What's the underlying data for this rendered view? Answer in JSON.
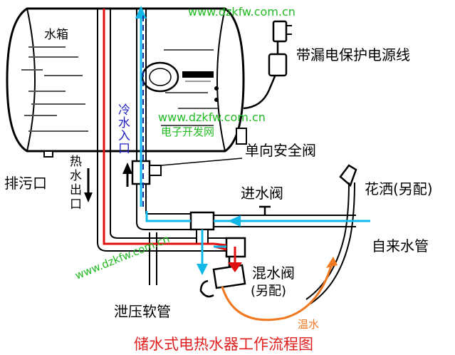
{
  "labels": {
    "tank": "水箱",
    "power_cord": "带漏电保护电源线",
    "cold_in_chars": [
      "冷",
      "水",
      "入",
      "口"
    ],
    "hot_out_chars": [
      "热",
      "水",
      "出",
      "口"
    ],
    "drain": "排污口",
    "check_valve": "单向安全阀",
    "inlet_valve": "进水阀",
    "shower": "花洒(另配)",
    "tap_pipe": "自来水管",
    "mixing_valve_1": "混水阀",
    "mixing_valve_2": "(另配)",
    "relief_hose": "泄压软管",
    "warm_water": "温水"
  },
  "watermarks": {
    "url": "www.dzkfw.com.cn",
    "site_name": "电子开发网"
  },
  "title": "储水式电热水器工作流程图",
  "colors": {
    "hot": "#e01010",
    "cold": "#10b8e8",
    "cold_label": "#2020c0",
    "warm": "#f07820",
    "watermark": "#22bb22",
    "title": "#e02020"
  }
}
